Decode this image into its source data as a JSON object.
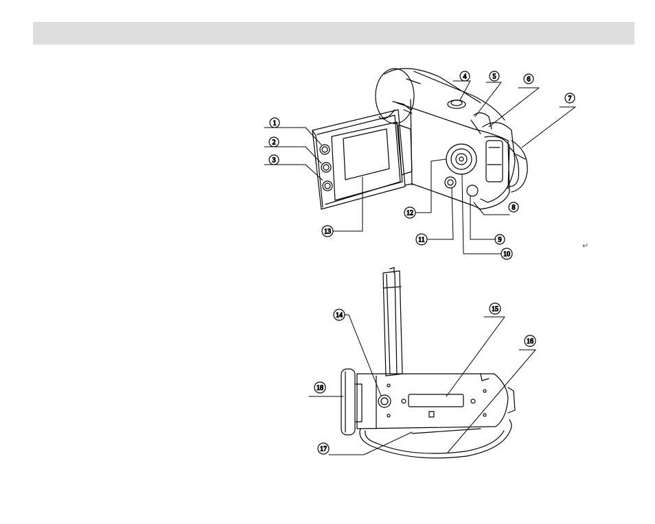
{
  "header": {
    "background": "#dddddd"
  },
  "callouts": [
    {
      "id": 1,
      "label": "1"
    },
    {
      "id": 2,
      "label": "2"
    },
    {
      "id": 3,
      "label": "3"
    },
    {
      "id": 4,
      "label": "4"
    },
    {
      "id": 5,
      "label": "5"
    },
    {
      "id": 6,
      "label": "6"
    },
    {
      "id": 7,
      "label": "7"
    },
    {
      "id": 8,
      "label": "8"
    },
    {
      "id": 9,
      "label": "9"
    },
    {
      "id": 10,
      "label": "10"
    },
    {
      "id": 11,
      "label": "11"
    },
    {
      "id": 12,
      "label": "12"
    },
    {
      "id": 13,
      "label": "13"
    },
    {
      "id": 14,
      "label": "14"
    },
    {
      "id": 15,
      "label": "15"
    },
    {
      "id": 16,
      "label": "16"
    },
    {
      "id": 17,
      "label": "17"
    },
    {
      "id": 18,
      "label": "18"
    }
  ],
  "enter_mark": "↵",
  "figures": [
    {
      "icon": "camcorder-side-view-illustration"
    },
    {
      "icon": "camcorder-bottom-view-illustration"
    }
  ]
}
